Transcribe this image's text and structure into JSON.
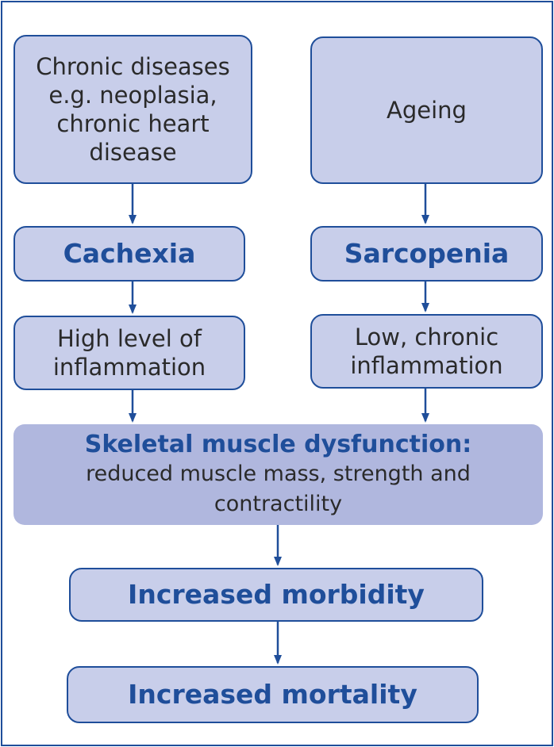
{
  "nodes": {
    "chronic_diseases": "Chronic diseases e.g. neoplasia, chronic heart disease",
    "ageing": "Ageing",
    "cachexia": "Cachexia",
    "sarcopenia": "Sarcopenia",
    "high_inflammation": "High level of inflammation",
    "low_inflammation": "Low, chronic inflammation",
    "dysfunction_title": "Skeletal muscle dysfunction:",
    "dysfunction_desc": "reduced muscle mass, strength and contractility",
    "morbidity": "Increased morbidity",
    "mortality": "Increased mortality"
  },
  "colors": {
    "accent": "#1f4e9a",
    "box_fill": "#c8ceea",
    "highlight_fill": "#b0b7de",
    "text": "#2a2a2a"
  }
}
